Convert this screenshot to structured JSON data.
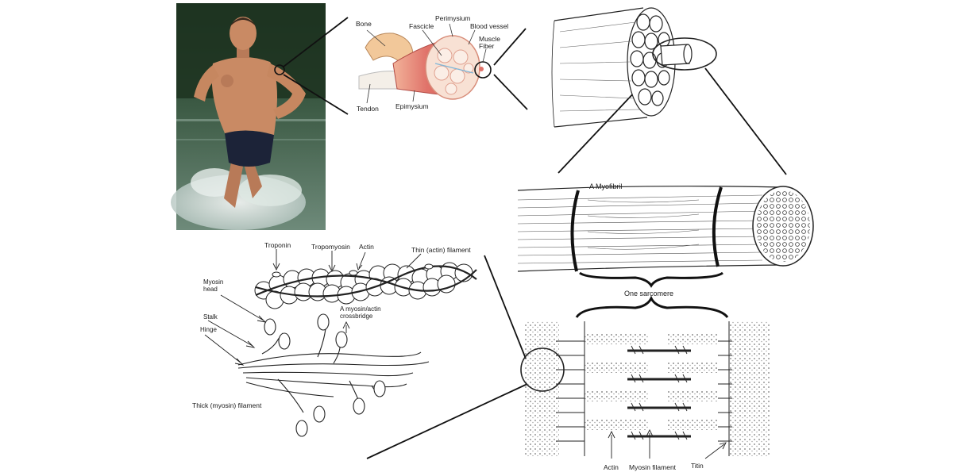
{
  "muscle_anatomy": {
    "bone": "Bone",
    "fascicle": "Fascicle",
    "perimysium": "Perimysium",
    "blood_vessel": "Blood vessel",
    "muscle_fiber_line1": "Muscle",
    "muscle_fiber_line2": "Fiber",
    "tendon": "Tendon",
    "epimysium": "Epimysium"
  },
  "myofibril": {
    "label": "A Myofibril",
    "sarcomere": "One sarcomere"
  },
  "filaments": {
    "troponin": "Troponin",
    "tropomyosin": "Tropomyosin",
    "actin": "Actin",
    "thin_filament": "Thin (actin) filament",
    "myosin_head_line1": "Myosin",
    "myosin_head_line2": "head",
    "stalk": "Stalk",
    "hinge": "Hinge",
    "crossbridge_line1": "A myosin/actin",
    "crossbridge_line2": "crossbridge",
    "thick_filament": "Thick (myosin) filament"
  },
  "sarcomere_detail": {
    "actin": "Actin",
    "myosin_filament": "Myosin filament",
    "titin": "Titin"
  },
  "colors": {
    "water": "#3c5a44",
    "skin": "#c98a64",
    "muscle": "#e0736a",
    "bone": "#f2c89a",
    "ink": "#1a1a1a"
  }
}
